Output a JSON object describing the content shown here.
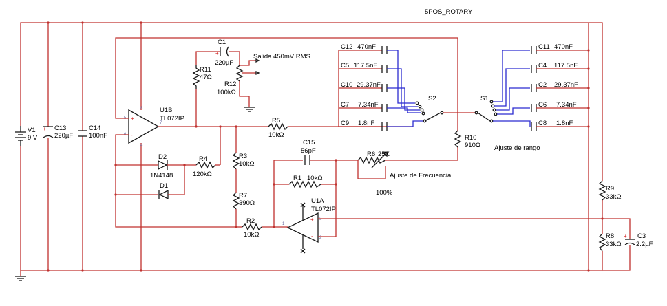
{
  "title": "5POS_ROTARY",
  "components": {
    "v1": {
      "name": "V1",
      "value": "9 V"
    },
    "c13": {
      "name": "C13",
      "value": "220µF"
    },
    "c14": {
      "name": "C14",
      "value": "100nF"
    },
    "u1b": {
      "name": "U1B",
      "value": "TL072IP"
    },
    "r11": {
      "name": "R11",
      "value": "47Ω"
    },
    "c1": {
      "name": "C1",
      "value": "220µF"
    },
    "r12": {
      "name": "R12",
      "value": "100kΩ"
    },
    "output_label": "Salida 450mV RMS",
    "r5": {
      "name": "R5",
      "value": "10kΩ"
    },
    "d2": {
      "name": "D2",
      "value": "1N4148"
    },
    "d1": {
      "name": "D1"
    },
    "r4": {
      "name": "R4",
      "value": "120kΩ"
    },
    "r3": {
      "name": "R3",
      "value": "10kΩ"
    },
    "r7": {
      "name": "R7",
      "value": "390Ω"
    },
    "r2": {
      "name": "R2",
      "value": "10kΩ"
    },
    "c15": {
      "name": "C15",
      "value": "56pF"
    },
    "r6": {
      "name": "R6",
      "value": "25K",
      "percent": "100%"
    },
    "freq_label": "Ajuste de Frecuencia",
    "r1": {
      "name": "R1",
      "value": "10kΩ"
    },
    "u1a": {
      "name": "U1A",
      "value": "TL072IP"
    },
    "s2": {
      "name": "S2"
    },
    "s1": {
      "name": "S1"
    },
    "r10": {
      "name": "R10",
      "value": "910Ω"
    },
    "range_label": "Ajuste de rango",
    "bank2": [
      {
        "name": "C12",
        "value": "470nF"
      },
      {
        "name": "C5",
        "value": "117.5nF"
      },
      {
        "name": "C10",
        "value": "29.37nF"
      },
      {
        "name": "C7",
        "value": "7.34nF"
      },
      {
        "name": "C9",
        "value": "1.8nF"
      }
    ],
    "bank1": [
      {
        "name": "C11",
        "value": "470nF"
      },
      {
        "name": "C4",
        "value": "117.5nF"
      },
      {
        "name": "C2",
        "value": "29.37nF"
      },
      {
        "name": "C6",
        "value": "7.34nF"
      },
      {
        "name": "C8",
        "value": "1.8nF"
      }
    ],
    "r9": {
      "name": "R9",
      "value": "33kΩ"
    },
    "r8": {
      "name": "R8",
      "value": "33kΩ"
    },
    "c3": {
      "name": "C3",
      "value": "2.2µF"
    }
  },
  "pin_marks": {
    "plus": "+",
    "minus": "-",
    "p3": "3",
    "p2": "2",
    "p5": "5",
    "p6": "6",
    "p7": "7",
    "p1": "1",
    "p4": "4",
    "p8": "8"
  },
  "colors": {
    "wire": "#c0312e",
    "component": "#1a1a1a",
    "switch_wire": "#2b2bd0"
  }
}
